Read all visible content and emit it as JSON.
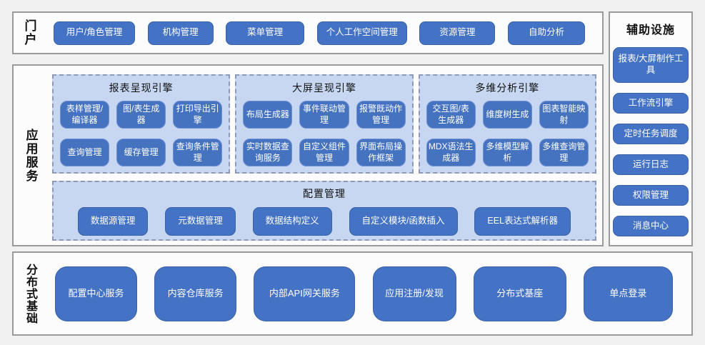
{
  "colors": {
    "button_blue": "#4472c4",
    "panel_blue": "#c7d7f1",
    "section_border": "#9a9a9a"
  },
  "portal": {
    "label": "门户",
    "items": [
      "用户/角色管理",
      "机构管理",
      "菜单管理",
      "个人工作空间管理",
      "资源管理",
      "自助分析"
    ]
  },
  "app_services": {
    "label": "应用服务",
    "engines": [
      {
        "title": "报表呈现引擎",
        "items": [
          "表样管理/编译器",
          "图/表生成器",
          "打印导出引擎",
          "查询管理",
          "缓存管理",
          "查询条件管理"
        ]
      },
      {
        "title": "大屏呈现引擎",
        "items": [
          "布局生成器",
          "事件联动管理",
          "报警既动作管理",
          "实时数据查询服务",
          "自定义组件管理",
          "界面布局操作框架"
        ]
      },
      {
        "title": "多维分析引擎",
        "items": [
          "交互图/表生成器",
          "维度树生成",
          "图表智能映射",
          "MDX语法生成器",
          "多维模型解析",
          "多维查询管理"
        ]
      }
    ],
    "config": {
      "title": "配置管理",
      "items": [
        "数据源管理",
        "元数据管理",
        "数据结构定义",
        "自定义模块/函数插入",
        "EEL表达式解析器"
      ]
    }
  },
  "distributed": {
    "label": "分布式基础",
    "items": [
      "配置中心服务",
      "内容仓库服务",
      "内部API网关服务",
      "应用注册/发现",
      "分布式基座",
      "单点登录"
    ]
  },
  "auxiliary": {
    "title": "辅助设施",
    "items": [
      "报表/大屏制作工具",
      "工作流引擎",
      "定时任务调度",
      "运行日志",
      "权限管理",
      "消息中心"
    ]
  }
}
